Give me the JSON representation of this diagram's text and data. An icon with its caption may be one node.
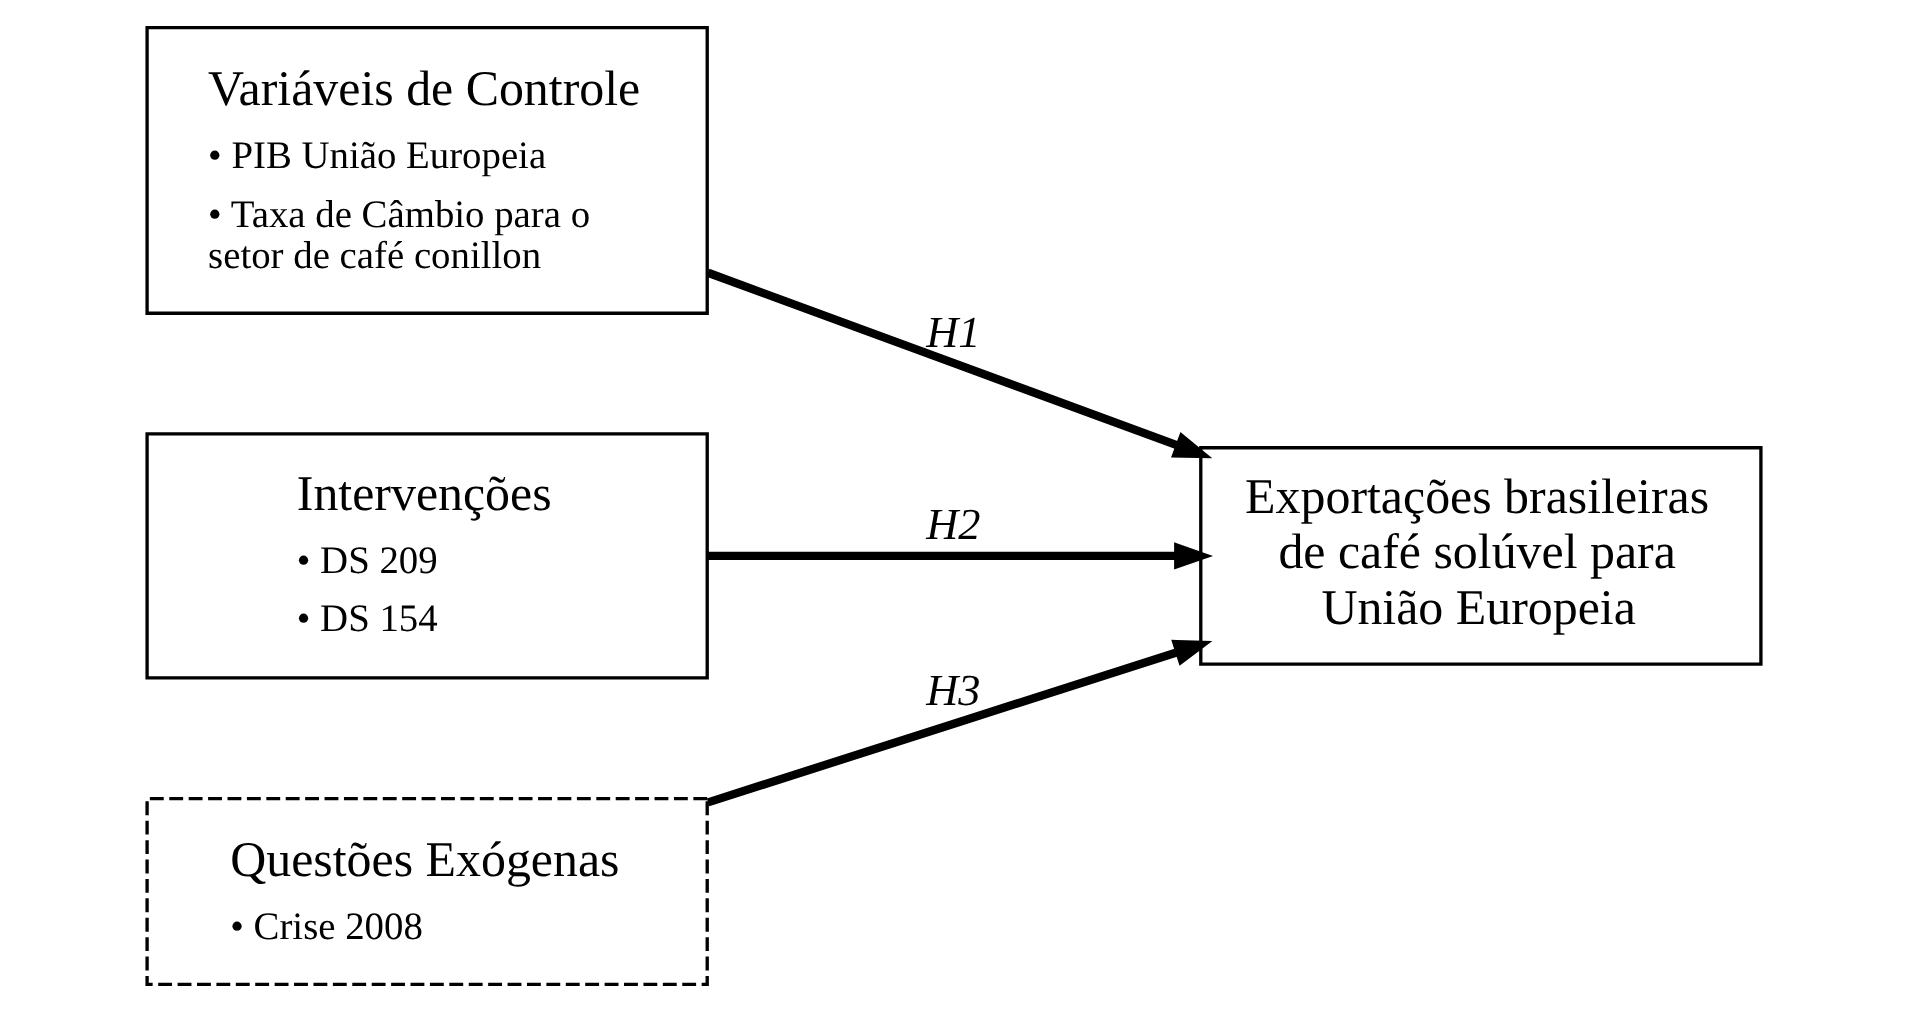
{
  "diagram": {
    "nodes": [
      {
        "text": [
          "Variáveis de Controle",
          "• PIB União Europeia",
          "• Taxa de Câmbio para o setor de café conillon"
        ]
      },
      {
        "text": [
          "Intervenções",
          "• DS 209",
          "• DS 154"
        ]
      },
      {
        "text": [
          "Questões Exógenas",
          "• Crise 2008"
        ]
      },
      {
        "text": [
          "Exportações brasileiras de café solúvel para União Europeia"
        ]
      }
    ],
    "edges": [
      {
        "from": 0,
        "to": 3,
        "arrow": "to",
        "label": "H1"
      },
      {
        "from": 1,
        "to": 3,
        "arrow": "to",
        "label": "H2"
      },
      {
        "from": 2,
        "to": 3,
        "arrow": "to",
        "label": "H3"
      }
    ]
  }
}
